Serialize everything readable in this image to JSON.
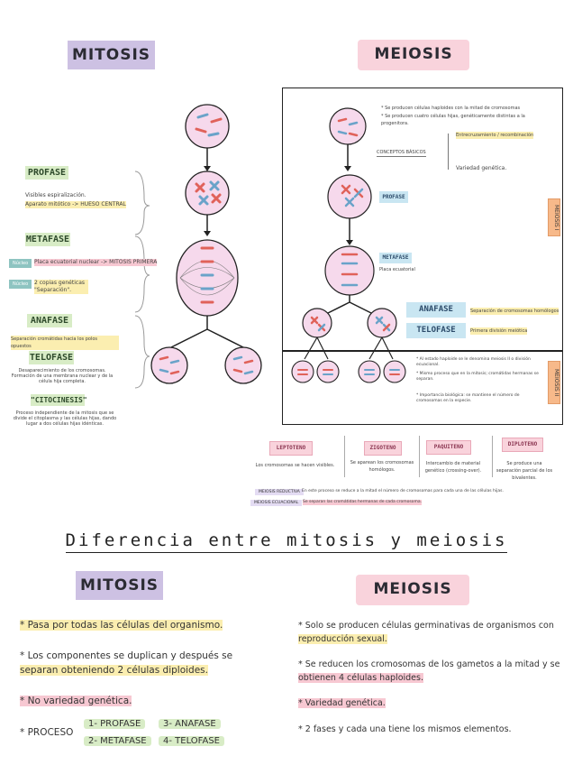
{
  "top": {
    "mitosis_title": "MITOSIS",
    "meiosis_title": "MEIOSIS"
  },
  "mitosis_phases": {
    "profase": "PROFASE",
    "profase_note1": "Visibles espiralización.",
    "profase_note2": "Aparato mitótico -> HUESO CENTRAL",
    "metafase": "METAFASE",
    "metafase_tag1": "Núcleo",
    "metafase_note1": "Placa ecuatorial nuclear -> MITOSIS PRIMERA",
    "metafase_tag2": "Núcleo",
    "metafase_note2": "2 copias genéticas \"Separación\".",
    "anafase": "ANAFASE",
    "anafase_note": "Separación cromátidas hacia los polos opuestos",
    "telofase": "TELOFASE",
    "telofase_note": "Desaparecimiento de los cromosomas. Formación de una membrana nuclear y de la célula hija completa.",
    "citocinesis": "\"CITOCINESIS\"",
    "citocinesis_note": "Proceso independiente de la mitosis que se divide el citoplasma y las células hijas, dando lugar a dos células hijas idénticas."
  },
  "meiosis_panel": {
    "intro1": "* Se producen células haploides con la mitad de cromosomas",
    "intro2": "* Se producen cuatro células hijas, genéticamente distintas a la progenitora.",
    "conceptos": "CONCEPTOS BÁSICOS",
    "concept1": "Entrecruzamiento / recombinación",
    "concept2": "Variedad genética.",
    "profase": "PROFASE",
    "metafase": "METAFASE",
    "metafase_note": "Placa ecuatorial",
    "anafase": "ANAFASE",
    "anafase_note": "Separación de cromosomas homólogos",
    "telofase": "TELOFASE",
    "telofase_note": "Primera división meiótica",
    "side1": "MEIOSIS I",
    "side2": "MEIOSIS II",
    "mii_note1": "* Al estado haploide se le denomina meiosis II o división ecuacional.",
    "mii_note2": "* Mismo proceso que en la mitosis; cromátidas hermanas se separan.",
    "mii_note3": "* Importancia biológica: se mantiene el número de cromosomas en la especie."
  },
  "subphases": {
    "leptoteno": "LEPTOTENO",
    "leptoteno_note": "Los cromosomas se hacen visibles.",
    "zigoteno": "ZIGOTENO",
    "zigoteno_note": "Se aparean los cromosomas homólogos.",
    "paquiteno": "PAQUITENO",
    "paquiteno_note": "Intercambio de material genético (crossing-over).",
    "diploteno": "DIPLOTENO",
    "diploteno_note": "Se produce una separación parcial de los bivalentes.",
    "rec1_label": "MEIOSIS REDUCTIVA",
    "rec1": "En este proceso se reduce a la mitad el número de cromosomas para cada una de las células hijas.",
    "rec2_label": "MEIOSIS ECUACIONAL",
    "rec2": "Se separan las cromátidas hermanas de cada cromosoma."
  },
  "subtitle": "Diferencia entre mitosis y meiosis",
  "compare": {
    "mitosis_title": "MITOSIS",
    "meiosis_title": "MEIOSIS",
    "m1": "* Pasa por todas las células del organismo.",
    "m2a": "* Los componentes se duplican y después se",
    "m2b": "separan obteniendo 2 células diploides.",
    "m3": "* No variedad genética.",
    "proceso": "* PROCESO",
    "p1": "1- PROFASE",
    "p2": "2- METAFASE",
    "p3": "3- ANAFASE",
    "p4": "4- TELOFASE",
    "e1a": "* Solo se producen células germinativas de organismos con",
    "e1b": "reproducción sexual.",
    "e2a": "* Se reducen los cromosomas de los gametos a la mitad y se",
    "e2b": "obtienen 4 células haploides.",
    "e3": "* Variedad genética.",
    "e4": "* 2 fases y cada una tiene los mismos elementos."
  },
  "colors": {
    "mitosis_accent": "#cdc1e3",
    "meiosis_accent": "#f9d3dc",
    "cell_fill": "#f6d9ec",
    "chromosome_red": "#e0625a",
    "chromosome_blue": "#6aa3c9",
    "phase_green": "#d9efcf"
  }
}
